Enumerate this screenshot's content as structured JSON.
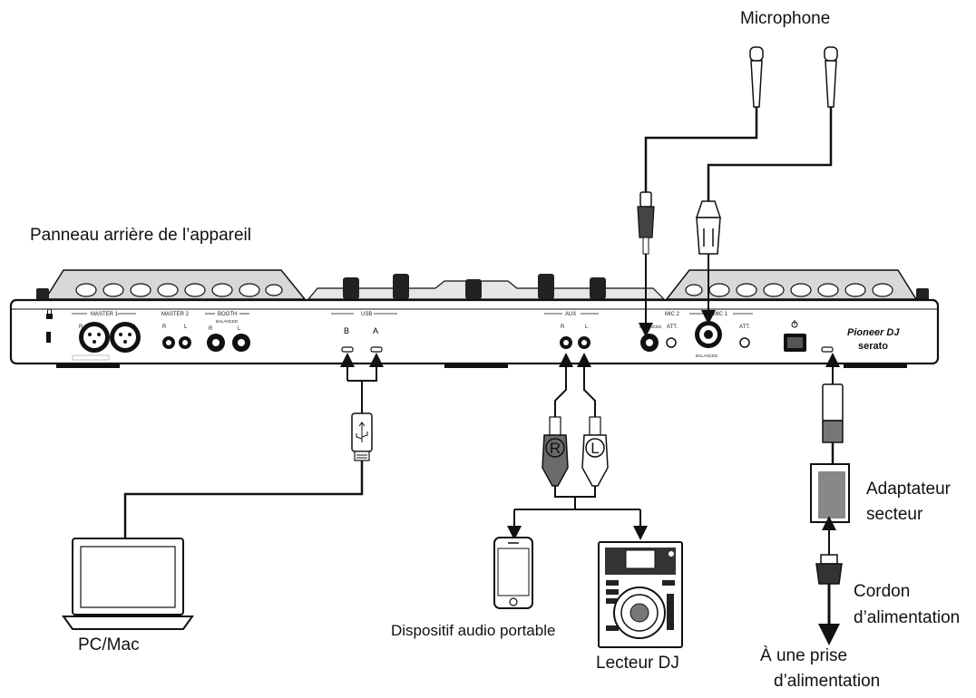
{
  "labels": {
    "microphone": "Microphone",
    "rear_panel": "Panneau arrière de l’appareil",
    "adapter_line1": "Adaptateur",
    "adapter_line2": "secteur",
    "cord_line1": "Cordon",
    "cord_line2": "d’alimentation",
    "outlet_line1": "À une prise",
    "outlet_line2": "d’alimentation",
    "pc": "PC/Mac",
    "portable": "Dispositif audio portable",
    "dj_player": "Lecteur DJ"
  },
  "panel": {
    "master1": "MASTER 1",
    "master2": "MASTER 2",
    "booth": "BOOTH",
    "balanced": "BALANCED",
    "usb": "USB",
    "usb_b": "B",
    "usb_a": "A",
    "aux": "AUX",
    "mic2": "MIC 2",
    "mic1": "MIC 1",
    "att": "ATT.",
    "r": "R",
    "l": "L",
    "brand_pioneer": "Pioneer DJ",
    "brand_serato": "serato"
  },
  "rca": {
    "right": "R",
    "left": "L"
  },
  "icons": [
    "microphone-icon",
    "usb-icon",
    "laptop-icon",
    "phone-icon",
    "dj-player-icon",
    "power-adapter-icon",
    "power-plug-icon",
    "lock-icon",
    "power-icon"
  ]
}
